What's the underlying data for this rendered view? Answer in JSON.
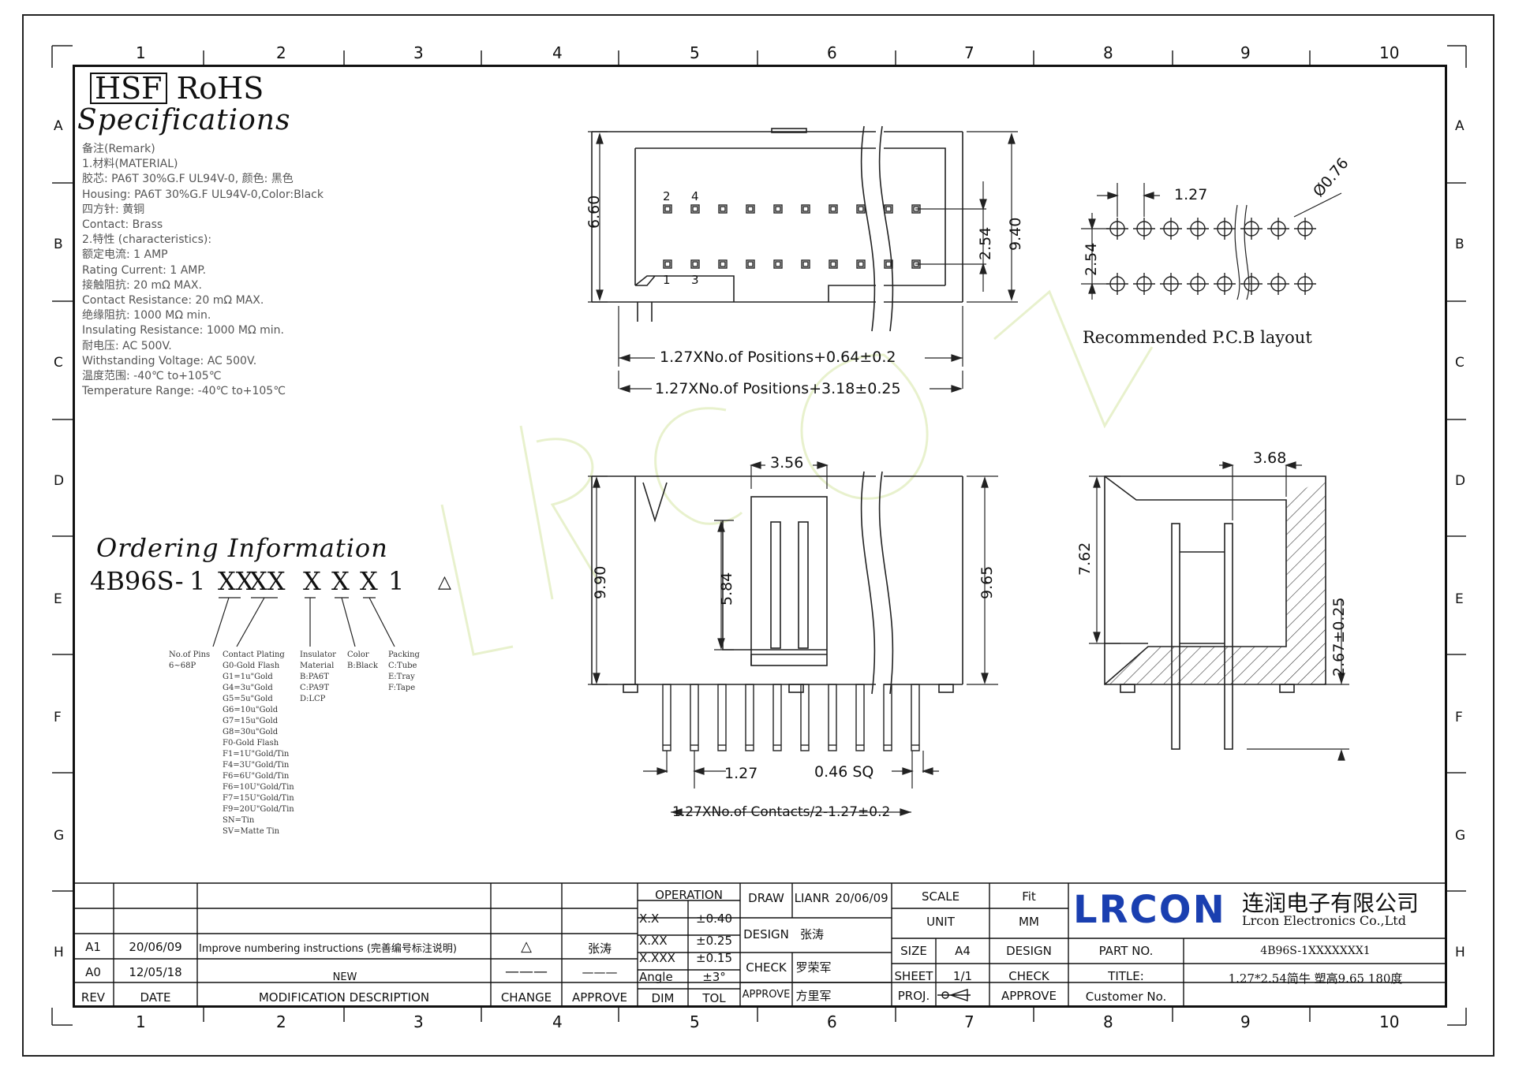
{
  "grid": {
    "columns": [
      "1",
      "2",
      "3",
      "4",
      "5",
      "6",
      "7",
      "8",
      "9",
      "10"
    ],
    "rows": [
      "A",
      "B",
      "C",
      "D",
      "E",
      "F",
      "G",
      "H"
    ]
  },
  "header": {
    "hsf": "HSF",
    "rohs": "RoHS",
    "spec_title": "Specifications"
  },
  "remarks": [
    "备注(Remark)",
    "1.材料(MATERIAL)",
    "胶芯: PA6T 30%G.F UL94V-0, 颜色: 黑色",
    "Housing: PA6T 30%G.F UL94V-0,Color:Black",
    "四方针: 黄铜",
    "Contact: Brass",
    "2.特性 (characteristics):",
    "额定电流: 1 AMP",
    "Rating Current: 1 AMP.",
    "接触阻抗: 20 mΩ MAX.",
    "Contact Resistance: 20 mΩ MAX.",
    "绝缘阻抗: 1000 MΩ min.",
    "Insulating Resistance: 1000 MΩ min.",
    "耐电压: AC 500V.",
    "Withstanding Voltage: AC 500V.",
    "温度范围: -40℃ to+105℃",
    "Temperature Range: -40℃ to+105℃"
  ],
  "ordering": {
    "title": "Ordering Information",
    "parts": [
      "4B96S-",
      "1",
      "XX",
      "XX",
      "X",
      "X",
      "X",
      "1"
    ],
    "revmark": "△",
    "columns": [
      {
        "title": "No.of Pins",
        "lines": [
          "6~68P"
        ]
      },
      {
        "title": "Contact Plating",
        "lines": [
          "G0-Gold Flash",
          "G1=1u\"Gold",
          "G4=3u\"Gold",
          "G5=5u\"Gold",
          "G6=10u\"Gold",
          "G7=15u\"Gold",
          "G8=30u\"Gold",
          "F0-Gold Flash",
          "F1=1U\"Gold/Tin",
          "F4=3U\"Gold/Tin",
          "F6=6U\"Gold/Tin",
          "F6=10U\"Gold/Tin",
          "F7=15U\"Gold/Tin",
          "F9=20U\"Gold/Tin",
          "SN=Tin",
          "SV=Matte Tin"
        ]
      },
      {
        "title": "Insulator",
        "lines": [
          "Material",
          "B:PA6T",
          "C:PA9T",
          "D:LCP"
        ]
      },
      {
        "title": "Color",
        "lines": [
          "B:Black"
        ]
      },
      {
        "title": "Packing",
        "lines": [
          "C:Tube",
          "E:Tray",
          "F:Tape"
        ]
      }
    ]
  },
  "dimensions": {
    "top_height_inner": "6.60",
    "top_pitch": "2.54",
    "top_height": "9.40",
    "top_width1": "1.27XNo.of Positions+0.64±0.2",
    "top_width2": "1.27XNo.of Positions+3.18±0.25",
    "pin_labels_top": [
      "2",
      "4"
    ],
    "pin_labels_bottom": [
      "1",
      "3"
    ],
    "pcb_pitch": "1.27",
    "pcb_hole": "Ø0.76",
    "pcb_row": "2.54",
    "pcb_caption": "Recommended P.C.B layout",
    "front_top": "3.56",
    "front_inner": "5.84",
    "front_left": "9.90",
    "front_right": "9.65",
    "front_pitch": "1.27",
    "front_pin": "0.46 SQ",
    "front_bottom": "1.27XNo.of Contacts/2-1.27±0.2",
    "side_top": "3.68",
    "side_height": "7.62",
    "side_tail": "2.67±0.25"
  },
  "titleblock": {
    "operation": "OPERATION",
    "tolerances": [
      {
        "label": "X.X",
        "value": "±0.40"
      },
      {
        "label": "X.XX",
        "value": "±0.25"
      },
      {
        "label": "X.XXX",
        "value": "±0.15"
      },
      {
        "label": "Angle",
        "value": "±3°"
      }
    ],
    "dim": "DIM",
    "tol": "TOL",
    "draw": "DRAW",
    "draw_name": "LIANR",
    "draw_date": "20/06/09",
    "design": "DESIGN",
    "design_name": "张涛",
    "check": "CHECK",
    "check_name": "罗荣军",
    "approve": "APPROVE",
    "approve_name": "方里军",
    "scale": "SCALE",
    "scale_val": "Fit",
    "unit": "UNIT",
    "unit_val": "MM",
    "size": "SIZE",
    "size_val": "A4",
    "sheet": "SHEET",
    "sheet_val": "1/1",
    "proj": "PROJ.",
    "design2": "DESIGN",
    "check2": "CHECK",
    "approve2": "APPROVE",
    "part_no_label": "PART NO.",
    "part_no": "4B96S-1XXXXXXX1",
    "title_label": "TITLE:",
    "title": "1.27*2.54简牛 塑高9.65 180度",
    "customer_label": "Customer No.",
    "company_logo": "LRCON",
    "company_cn": "连润电子有限公司",
    "company_en": "Lrcon Electronics Co.,Ltd",
    "rev_rows": [
      {
        "rev": "A1",
        "date": "20/06/09",
        "desc": "Improve numbering instructions (完善编号标注说明)",
        "change": "△",
        "approve": "张涛"
      },
      {
        "rev": "A0",
        "date": "12/05/18",
        "desc": "NEW",
        "change": "———",
        "approve": "———"
      }
    ],
    "rev_head": {
      "rev": "REV",
      "date": "DATE",
      "desc": "MODIFICATION DESCRIPTION",
      "change": "CHANGE",
      "approve": "APPROVE"
    }
  },
  "watermark": "LRCON"
}
